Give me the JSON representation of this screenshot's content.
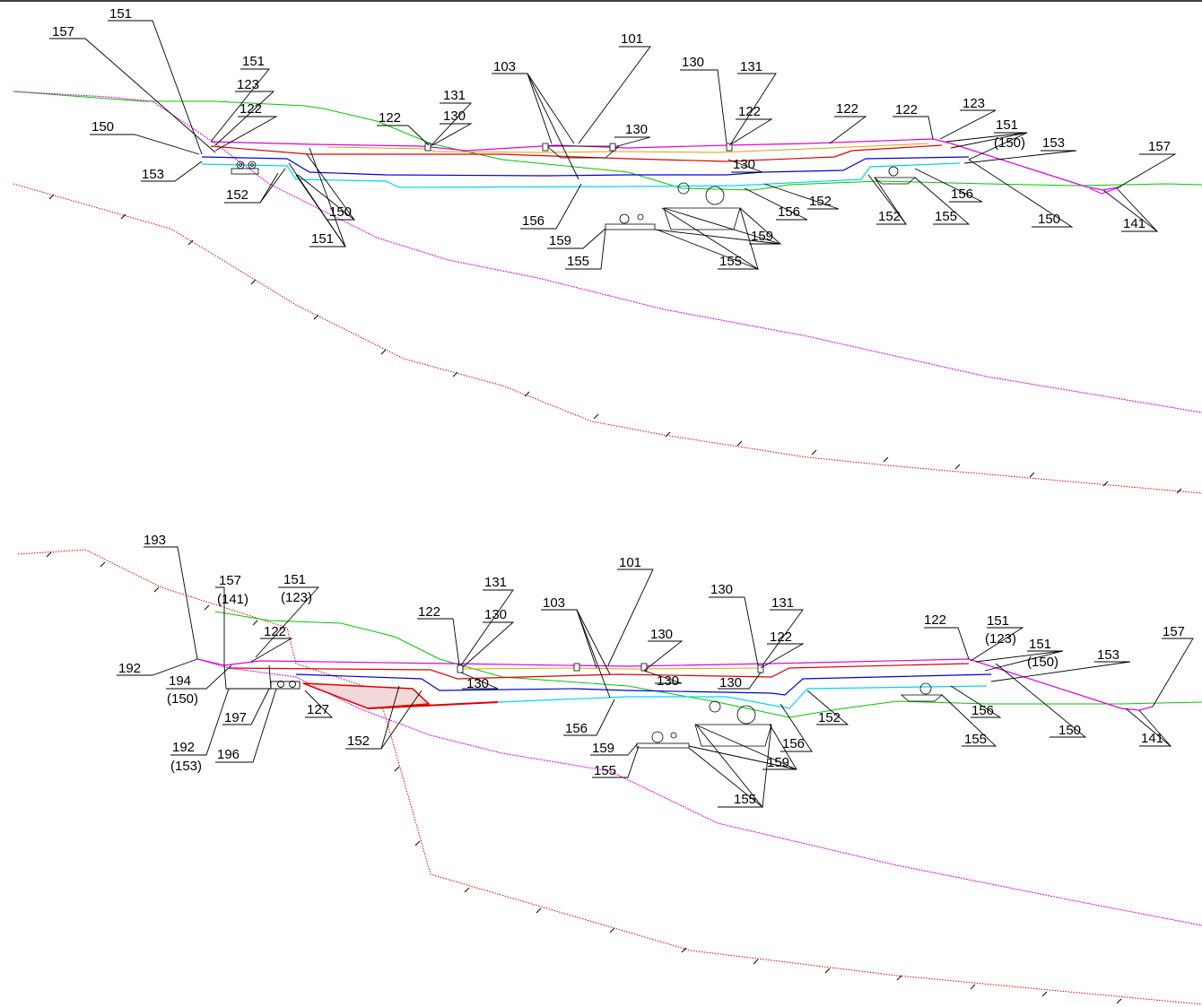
{
  "colors": {
    "ground": "#00c800",
    "pink": "#e000e0",
    "red": "#e00000",
    "blue": "#0000e0",
    "cyan": "#00d8e8",
    "orange": "#e0a000",
    "leader": "#000000"
  },
  "top_section": {
    "labels": {
      "l151a": "151",
      "l157a": "157",
      "l151b": "151",
      "l123a": "123",
      "l122a": "122",
      "l150a": "150",
      "l153a": "153",
      "l152a": "152",
      "l150b": "150",
      "l151c": "151",
      "l122b": "122",
      "l131a": "131",
      "l130a": "130",
      "l103": "103",
      "l101": "101",
      "l130b": "130",
      "l130c": "130",
      "l131b": "131",
      "l122c": "122",
      "l130d": "130",
      "l122d": "122",
      "l122e": "122",
      "l123b": "123",
      "l151d": "151",
      "l150c": "(150)",
      "l153b": "153",
      "l157b": "157",
      "l156a": "156",
      "l159a": "159",
      "l155a": "155",
      "l156b": "156",
      "l152b": "152",
      "l159b": "159",
      "l155b": "155",
      "l156c": "156",
      "l152c": "152",
      "l155c": "155",
      "l150d": "150",
      "l141": "141"
    }
  },
  "bottom_section": {
    "labels": {
      "l193": "193",
      "l157": "157",
      "l141p": "(141)",
      "l151": "151",
      "l123p": "(123)",
      "l122a": "122",
      "l192": "192",
      "l194": "194",
      "l150p": "(150)",
      "l197": "197",
      "l192b": "192",
      "l153p": "(153)",
      "l196": "196",
      "l127": "127",
      "l152a": "152",
      "l122b": "122",
      "l131a": "131",
      "l130a": "130",
      "l130b": "130",
      "l103": "103",
      "l101": "101",
      "l130c": "130",
      "l130d": "130",
      "l130e": "130",
      "l131b": "131",
      "l122c": "122",
      "l130f": "130",
      "l156a": "156",
      "l159a": "159",
      "l155a": "155",
      "l156b": "156",
      "l152b": "152",
      "l159b": "159",
      "l155b": "155",
      "l122d": "122",
      "l151b": "151",
      "l123p2": "(123)",
      "l151c": "151",
      "l150p2": "(150)",
      "l153": "153",
      "l157b": "157",
      "l156c": "156",
      "l155c": "155",
      "l150": "150",
      "l141": "141"
    }
  }
}
